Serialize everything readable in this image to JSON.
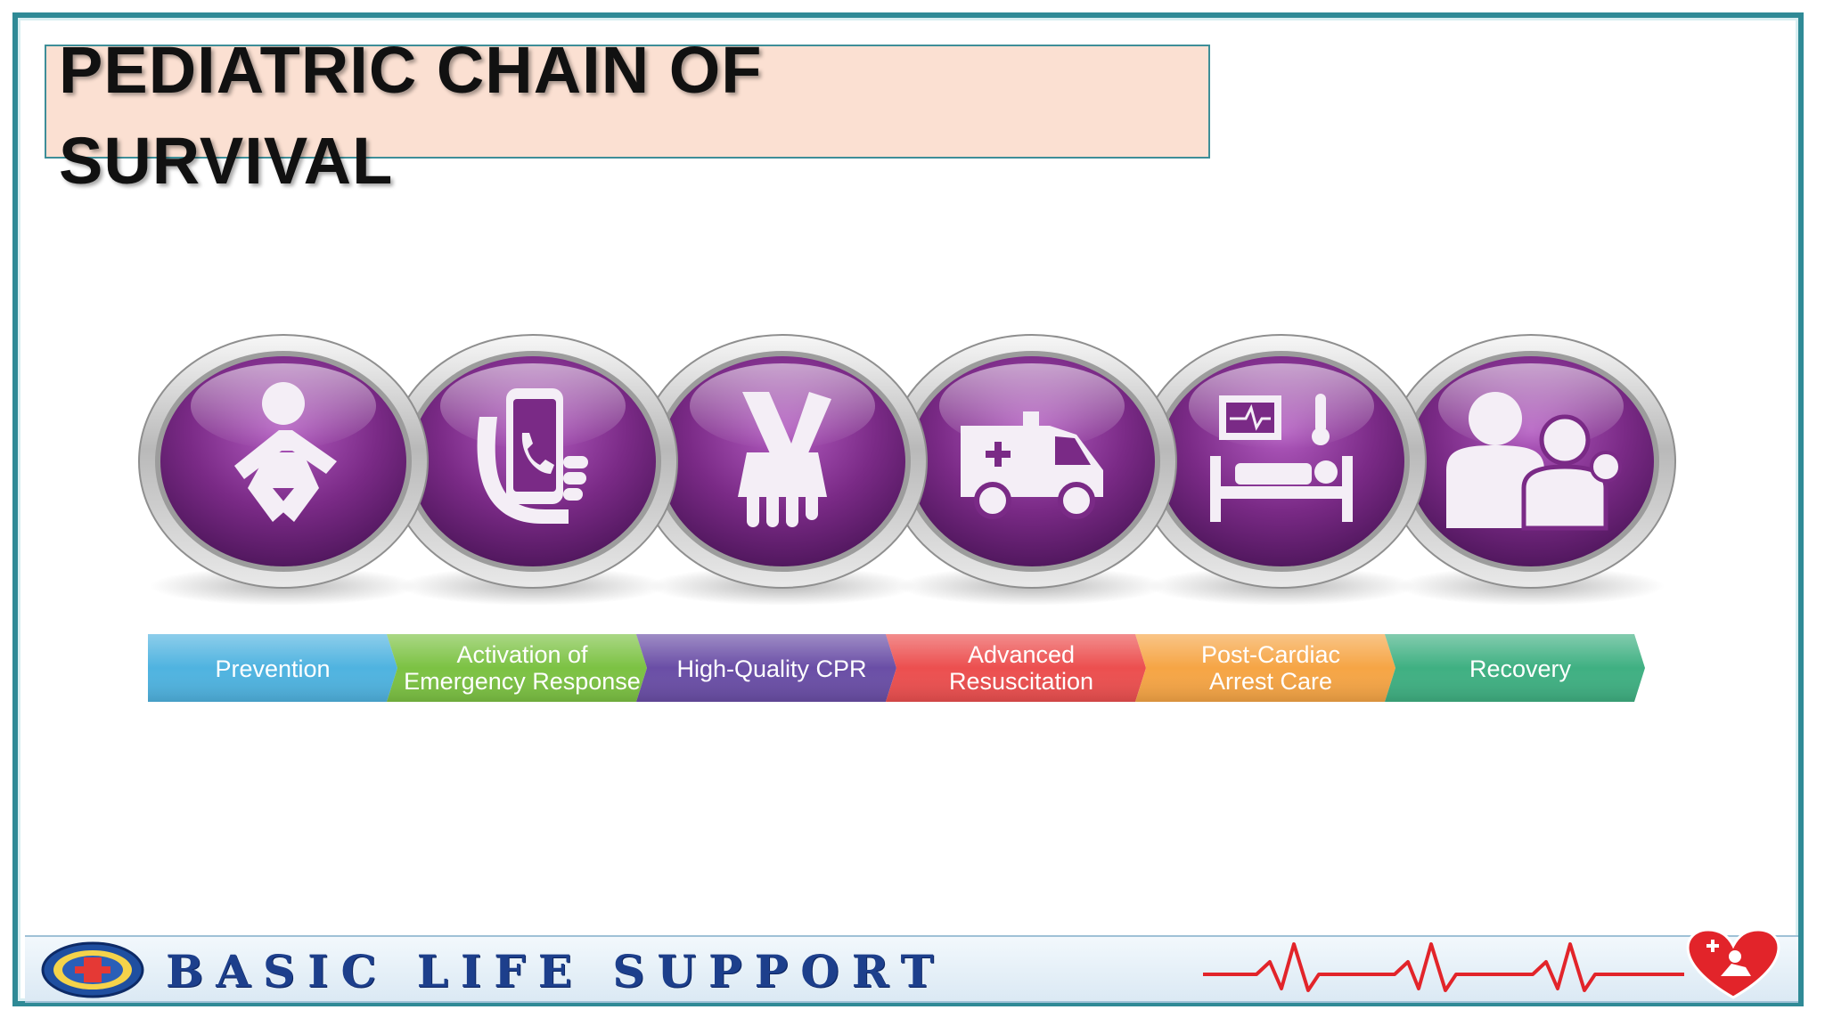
{
  "slide": {
    "title_line1": "PEDIATRIC CHAIN OF",
    "title_line2": "SURVIVAL"
  },
  "chain": {
    "links": [
      {
        "icon": "infant-icon",
        "label1": "Prevention",
        "label2": "",
        "color": "#4fb3e0"
      },
      {
        "icon": "phone-call-icon",
        "label1": "Activation of",
        "label2": "Emergency Response",
        "color": "#7cc243"
      },
      {
        "icon": "cpr-hands-icon",
        "label1": "High-Quality CPR",
        "label2": "",
        "color": "#6a4ea6"
      },
      {
        "icon": "ambulance-icon",
        "label1": "Advanced",
        "label2": "Resuscitation",
        "color": "#ec4f4f"
      },
      {
        "icon": "hospital-bed-icon",
        "label1": "Post-Cardiac",
        "label2": "Arrest Care",
        "color": "#f6a545"
      },
      {
        "icon": "family-icon",
        "label1": "Recovery",
        "label2": "",
        "color": "#3fb082"
      }
    ],
    "medallion_color": "#7a2a86"
  },
  "banner": {
    "text": "BASIC LIFE SUPPORT",
    "emblem_icon": "emergency-services-seal-icon",
    "ecg_icon": "ecg-line-icon",
    "heart_icon": "heart-cpr-icon",
    "ecg_color": "#e2242a"
  }
}
